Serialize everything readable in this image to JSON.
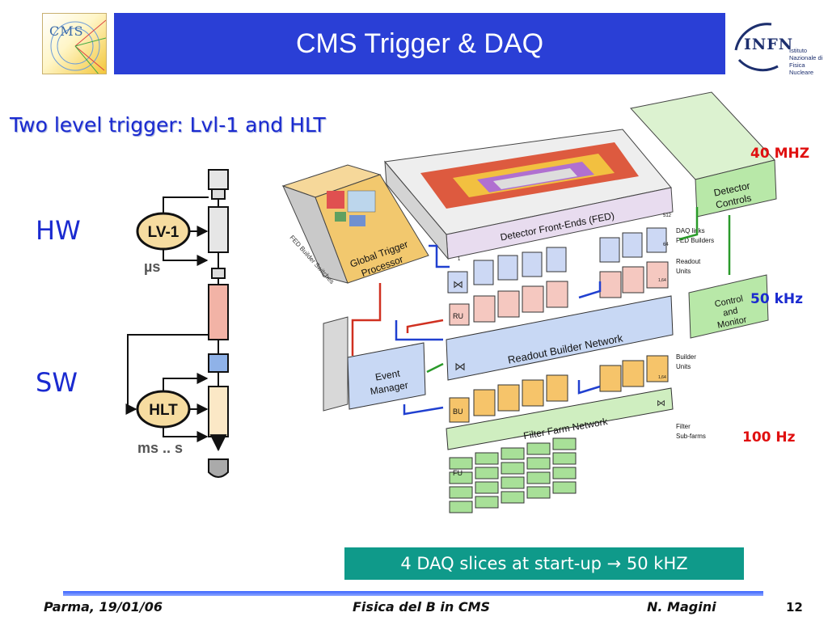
{
  "header": {
    "title": "CMS Trigger & DAQ",
    "left_logo_text": "CMS",
    "right_logo_text": "INFN",
    "right_logo_subtitle": "Istituto Nazionale di Fisica Nucleare"
  },
  "subtitle": "Two level trigger: Lvl-1 and HLT",
  "left_labels": {
    "hw": "HW",
    "sw": "SW"
  },
  "trigger_chain": {
    "lv1_label": "LV-1",
    "lv1_time": "µs",
    "hlt_label": "HLT",
    "hlt_time": "ms .. s"
  },
  "rates": {
    "r40": "40 MHZ",
    "r50": "50 kHz",
    "r100": "100 Hz",
    "r40_color": "#e01010",
    "r50_color": "#1a2ad0",
    "r100_color": "#e01010"
  },
  "diagram": {
    "fed": "Detector Front-Ends (FED)",
    "fed_num": "512",
    "gtp_line1": "Global Trigger",
    "gtp_line2": "Processor",
    "fed_builder_switches": "FED Builder Switches",
    "daq_links": "DAQ links",
    "fed_builders": "FED Builders",
    "fed_builders_num": "64",
    "readout_units_1": "Readout",
    "readout_units_2": "Units",
    "ru": "RU",
    "ru_num": "1,64",
    "readout_builder_network": "Readout Builder Network",
    "event_manager_1": "Event",
    "event_manager_2": "Manager",
    "builder_units_1": "Builder",
    "builder_units_2": "Units",
    "bu": "BU",
    "bu_num": "1,64",
    "filter_farm_network": "Filter Farm Network",
    "filter_subfarms_1": "Filter",
    "filter_subfarms_2": "Sub-farms",
    "fu": "FU",
    "detector_controls_1": "Detector",
    "detector_controls_2": "Controls",
    "control_monitor_1": "Control",
    "control_monitor_2": "and",
    "control_monitor_3": "Monitor",
    "small_one": "1"
  },
  "banner": "4 DAQ slices at start-up → 50 kHZ",
  "footer": {
    "left": "Parma, 19/01/06",
    "center": "Fisica del B in CMS",
    "right": "N. Magini",
    "page": "12"
  }
}
